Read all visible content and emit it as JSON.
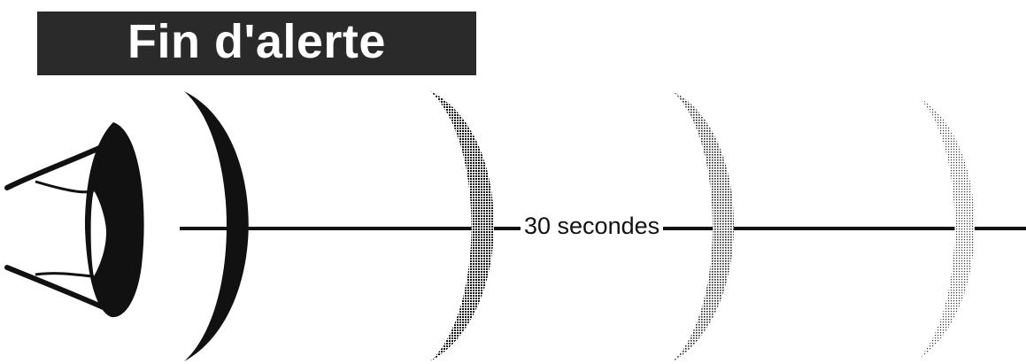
{
  "title": "Fin d'alerte",
  "duration_label": "30 secondes",
  "colors": {
    "title_background": "#2a2a2a",
    "title_text": "#ffffff",
    "ink": "#111111"
  },
  "icons": {
    "eye": "eye-icon",
    "signal_waves": [
      "sound-wave-arc",
      "sound-wave-arc",
      "sound-wave-arc",
      "sound-wave-arc"
    ]
  },
  "wave_intensity": [
    1.0,
    0.85,
    0.6,
    0.4
  ]
}
